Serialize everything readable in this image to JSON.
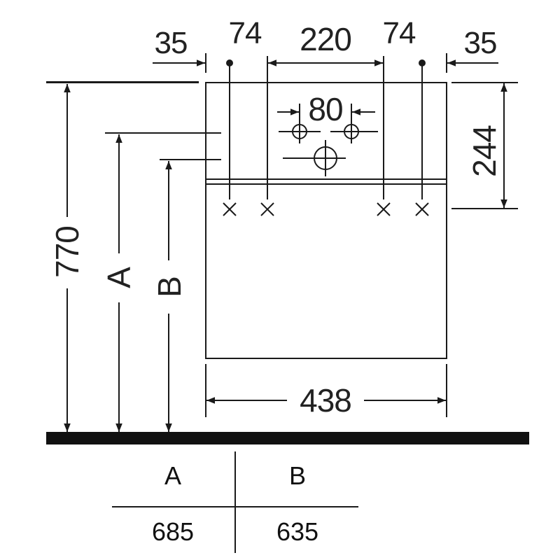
{
  "colors": {
    "line": "#1a1a1a",
    "floor": "#111111",
    "background": "#ffffff"
  },
  "dimensions": {
    "top_left_35": "35",
    "top_74_left": "74",
    "top_220": "220",
    "top_74_right": "74",
    "top_right_35": "35",
    "hole_spacing": "80",
    "right_244": "244",
    "total_height": "770",
    "height_A": "A",
    "height_B": "B",
    "width_438": "438"
  },
  "table": {
    "headers": [
      "A",
      "B"
    ],
    "values": [
      "685",
      "635"
    ]
  }
}
